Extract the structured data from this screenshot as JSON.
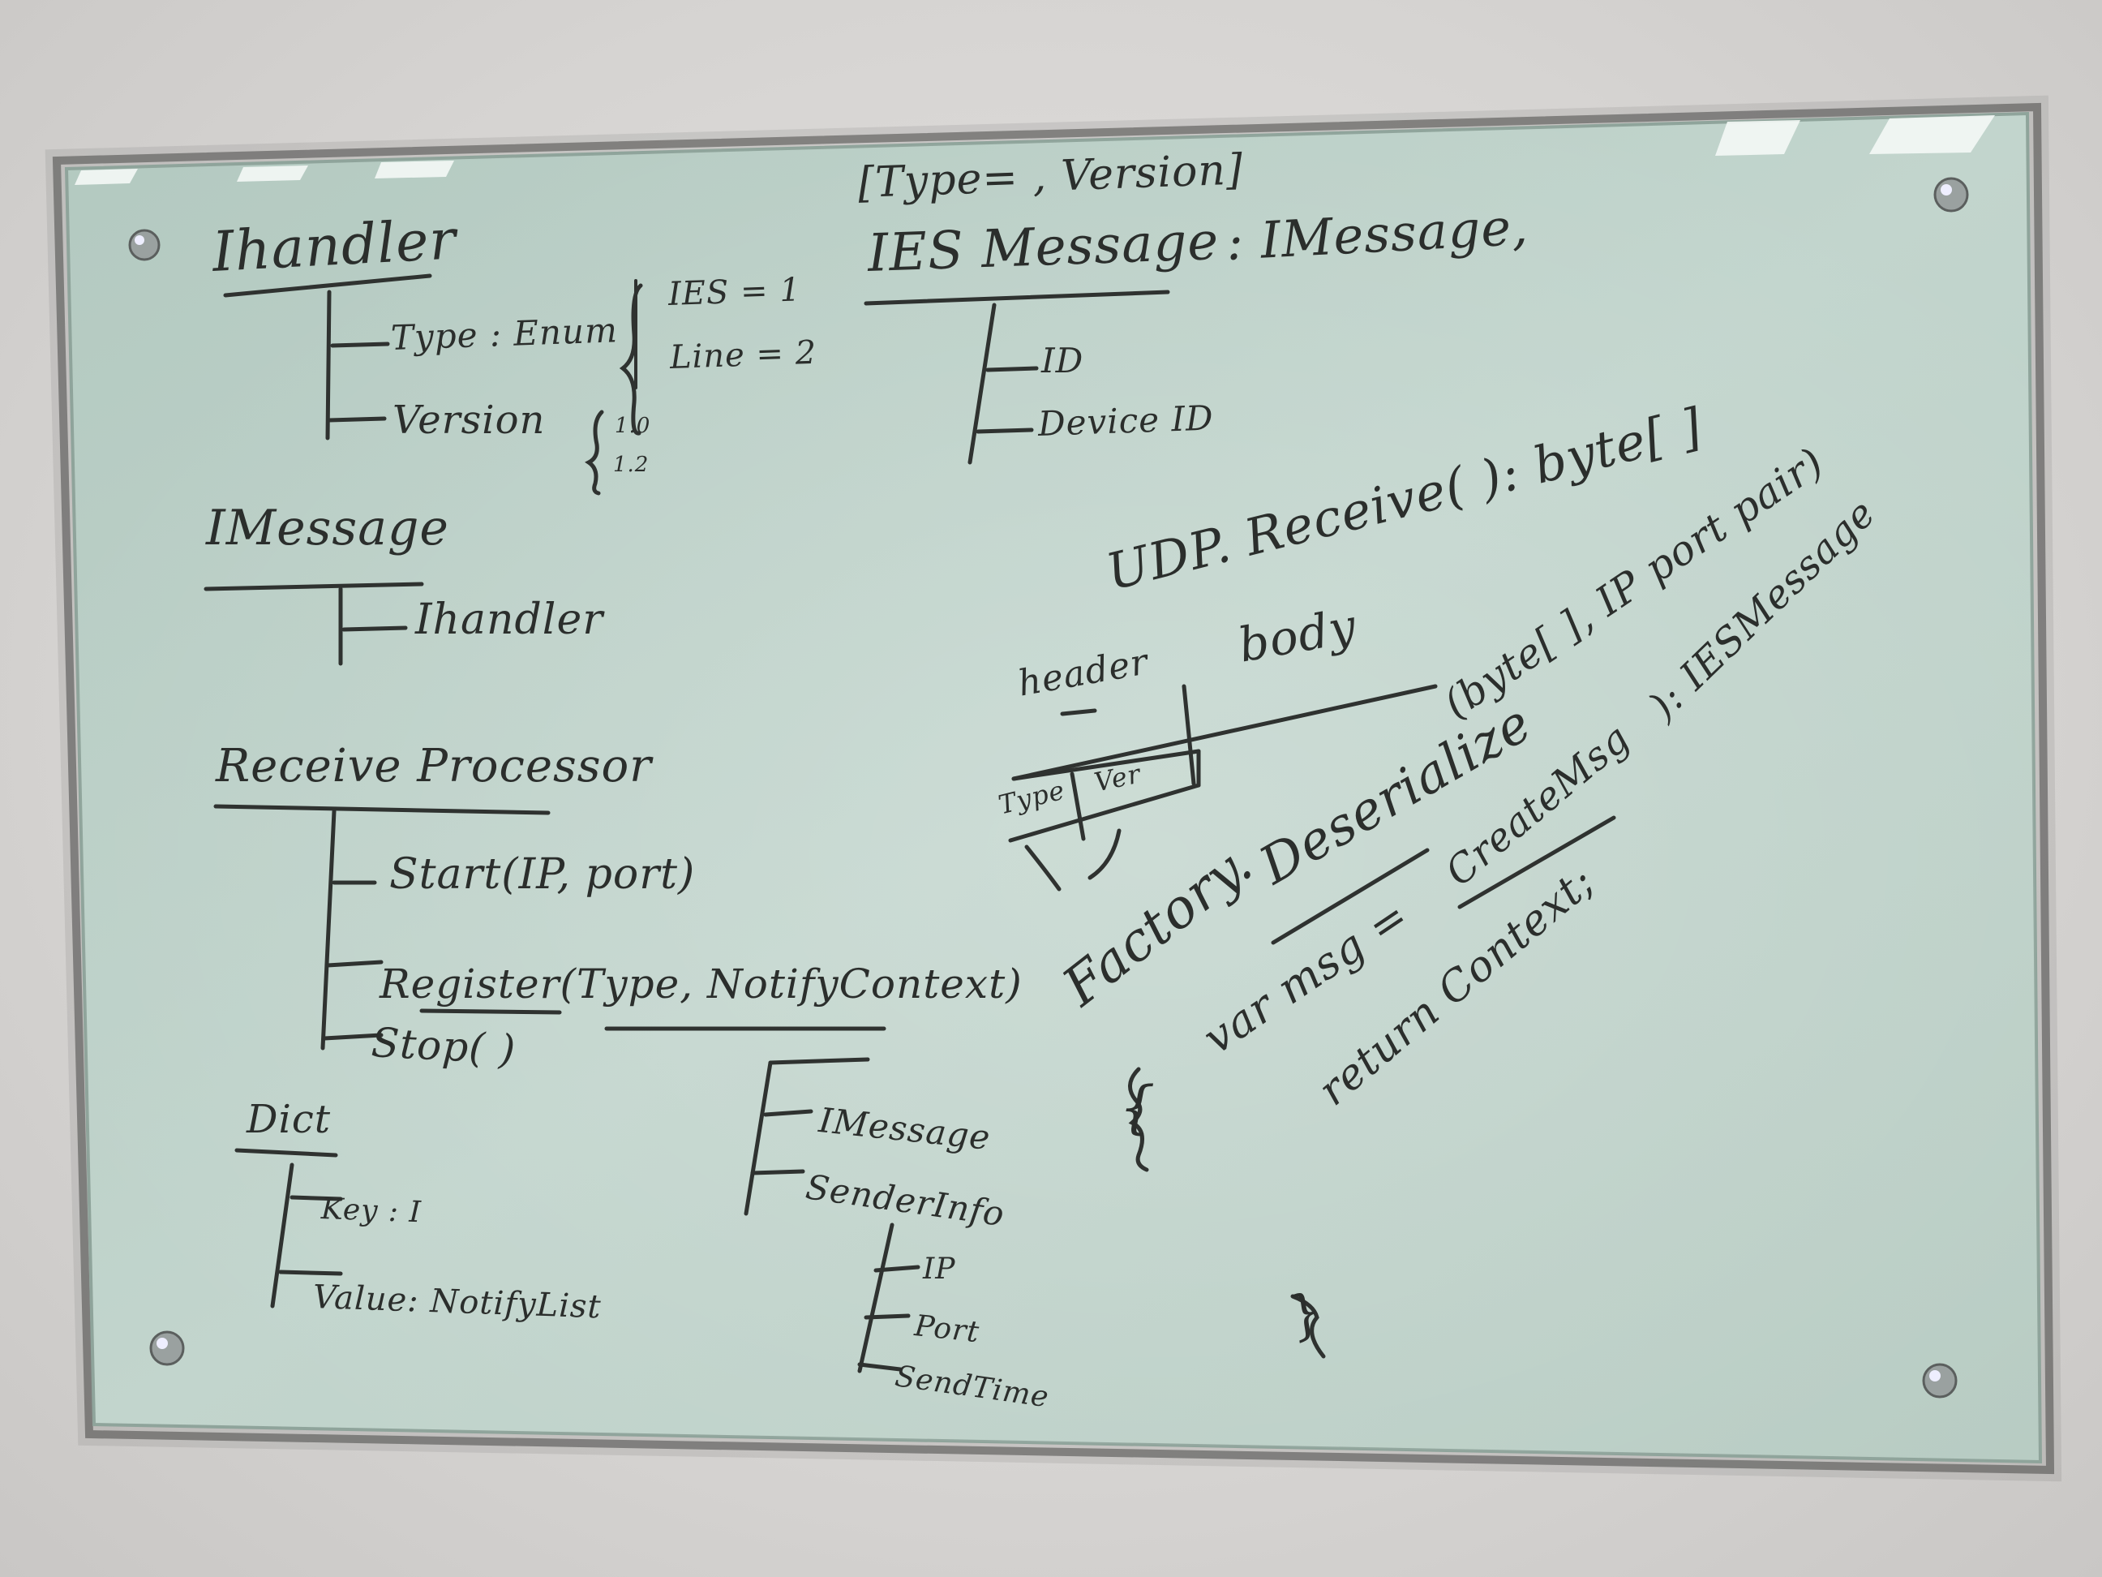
{
  "whiteboard": {
    "left_column": {
      "ihandler_title": "Ihandler",
      "type_field": "Type : Enum",
      "enum_ies": "IES = 1",
      "enum_line": "Line = 2",
      "version_field": "Version",
      "version_1_0": "1.0",
      "version_1_2": "1.2",
      "imessage_title": "IMessage",
      "imessage_child": "Ihandler",
      "receive_processor_title": "Receive Processor",
      "start_method": "Start(IP, port)",
      "register_method": "Register(Type, NotifyContext)",
      "stop_method": "Stop( )",
      "notify_imessage": "IMessage",
      "notify_senderinfo": "SenderInfo",
      "sender_ip": "IP",
      "sender_port": "Port",
      "sender_sendtime": "SendTime",
      "dict_title": "Dict",
      "dict_key": "Key : I",
      "dict_value": "Value: NotifyList"
    },
    "right_column": {
      "attribute_line": "[Type= , Version]",
      "ies_message_title": "IES Message",
      "ies_message_base": ": IMessage,",
      "ies_id": "ID",
      "ies_device_id": "Device ID",
      "udp_receive": "UDP. Receive( ): byte[ ]",
      "body_label": "body",
      "header_label": "header",
      "type_cell": "Type",
      "ver_cell": "Ver",
      "factory_prefix": "Factory.",
      "deserialize": "Deserialize",
      "deserialize_args": "(byte[ ], IP port pair)",
      "deserialize_return": "): IESMessage",
      "open_brace": "{",
      "var_msg": "var msg =",
      "create_msg": "CreateMsg",
      "return_context": "return Context;",
      "close_brace": "}"
    }
  }
}
